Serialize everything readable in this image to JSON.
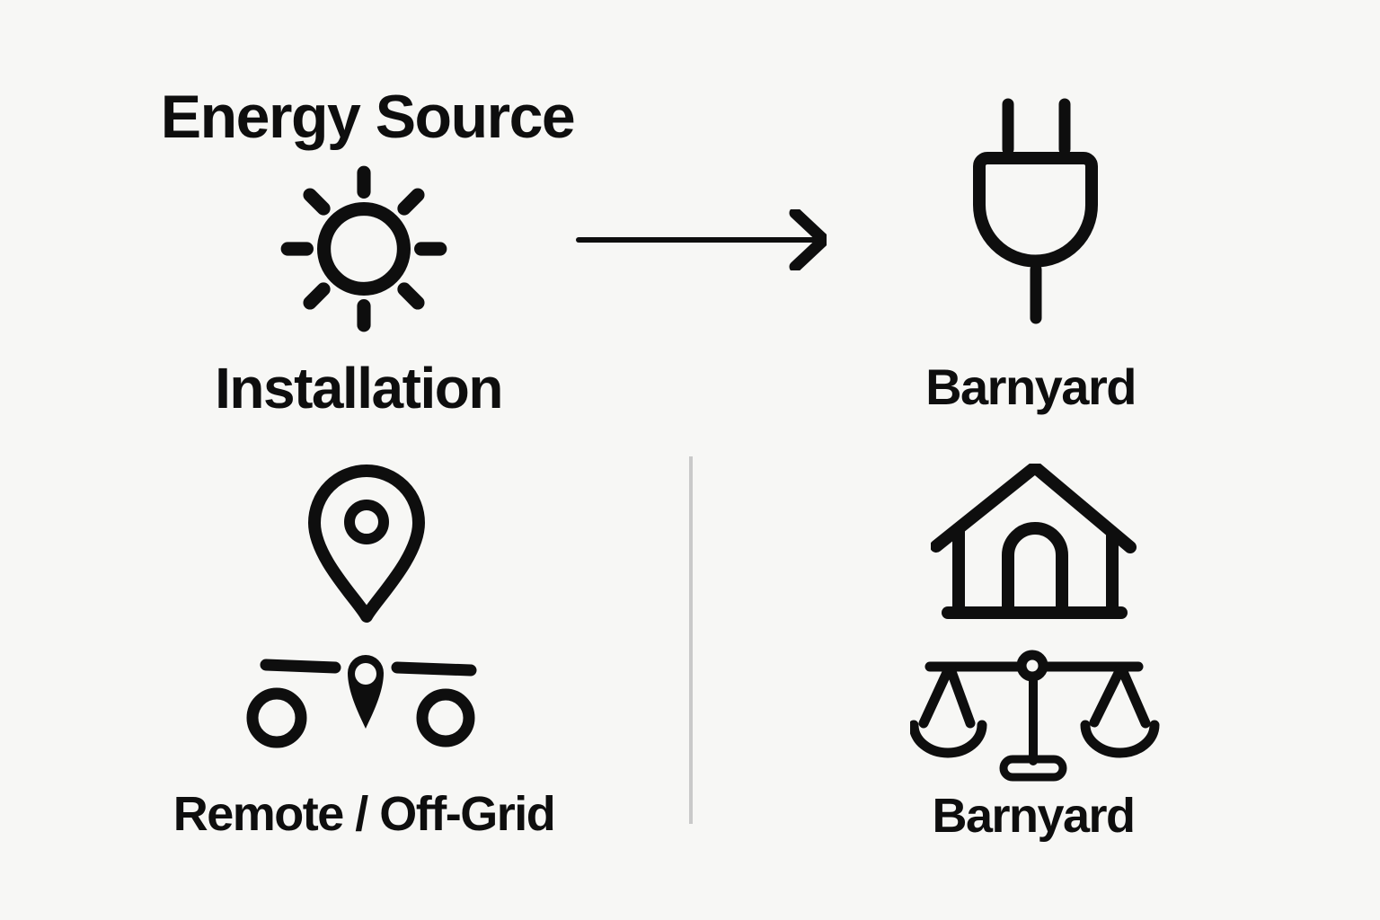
{
  "canvas": {
    "background": "#f7f7f5",
    "ink": "#0e0e0e",
    "divider_color": "#c9c9c9"
  },
  "energy_flow": {
    "source_title": "Energy Source",
    "source_icon": "sun-icon",
    "arrow_icon": "right-arrow-icon",
    "destination_icon": "power-plug-icon",
    "destination_label": "Barnyard"
  },
  "installation": {
    "title": "Installation",
    "left_option": {
      "pin_icon": "location-pin-icon",
      "balance_icon": "balance-with-pin-icon",
      "caption": "Remote / Off-Grid"
    },
    "right_option": {
      "house_icon": "house-icon",
      "scale_icon": "balance-scale-icon",
      "caption": "Barnyard"
    }
  }
}
